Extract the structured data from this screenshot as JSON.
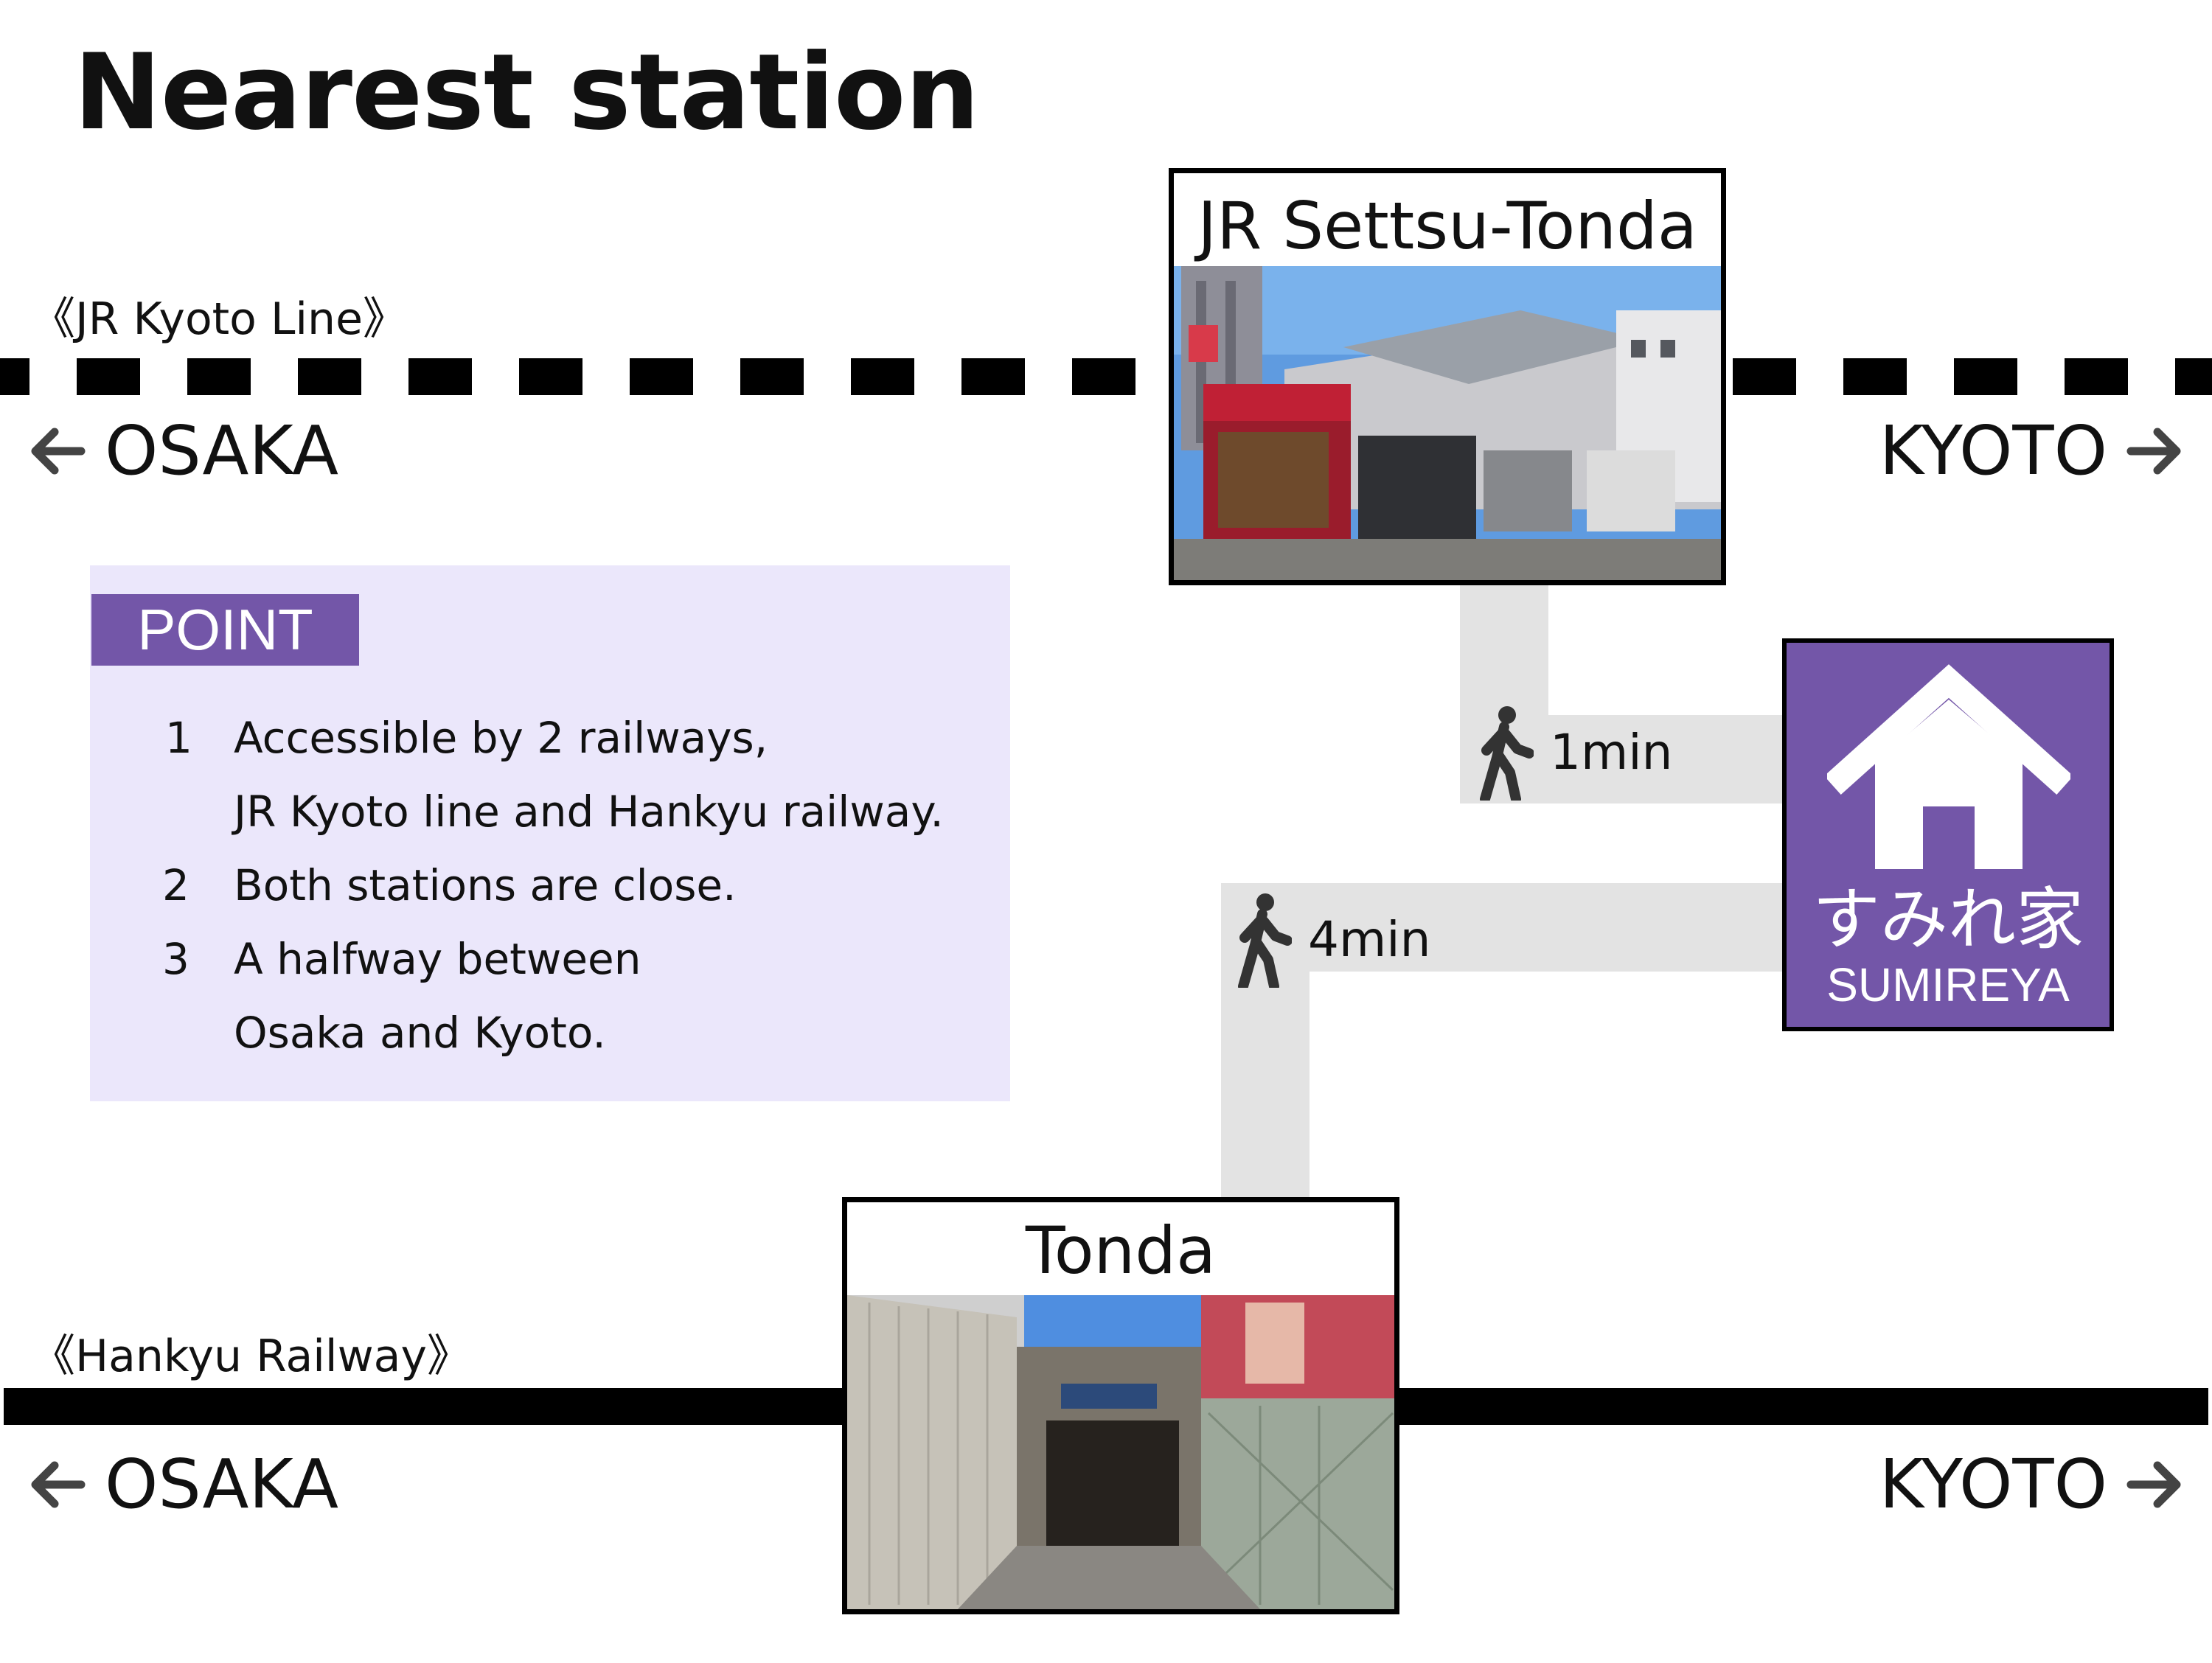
{
  "title": "Nearest station",
  "jr_line": {
    "label": "《JR Kyoto Line》",
    "left_direction": "OSAKA",
    "right_direction": "KYOTO"
  },
  "hankyu_line": {
    "label": "《Hankyu Railway》",
    "left_direction": "OSAKA",
    "right_direction": "KYOTO"
  },
  "stations": {
    "jr": {
      "name": "JR Settsu-Tonda",
      "walk_time": "1min"
    },
    "hankyu": {
      "name": "Tonda",
      "walk_time": "4min"
    }
  },
  "point": {
    "tag": "POINT",
    "items": [
      {
        "num": "1",
        "lines": [
          "Accessible by 2 railways,",
          "JR Kyoto line and Hankyu railway."
        ]
      },
      {
        "num": "2",
        "lines": [
          "Both stations are close."
        ]
      },
      {
        "num": "3",
        "lines": [
          "A halfway between",
          "Osaka and Kyoto."
        ]
      }
    ]
  },
  "house": {
    "name_jp": "すみれ家",
    "name_en": "SUMIREYA"
  },
  "colors": {
    "accent": "#7356a8",
    "panel": "#ebe7fb",
    "route": "#e3e3e3",
    "track": "#000000"
  },
  "icons": {
    "walk": "walking-person-icon",
    "arrow_left": "arrow-left-icon",
    "arrow_right": "arrow-right-icon",
    "house": "house-icon"
  }
}
